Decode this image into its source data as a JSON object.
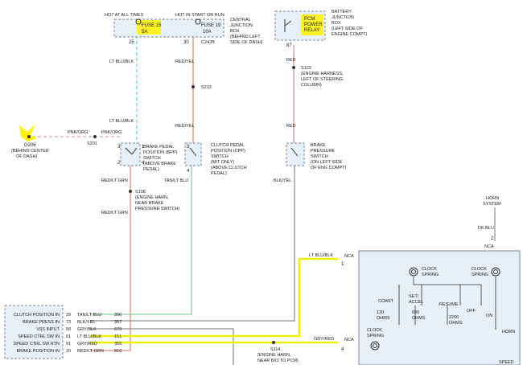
{
  "colors": {
    "wire_gray": "#8c8c8c",
    "wire_cyan": "#55d6e8",
    "wire_pink": "#e8a0a8",
    "wire_red": "#d98a7a",
    "wire_green": "#8cc8a0",
    "wire_yellow": "#f0f000",
    "highlight": "#fff200",
    "box_fill": "#e6f0f8",
    "box_stroke": "#7a8a9a"
  },
  "central_box": {
    "hot_at_all_times": "HOT AT ALL TIMES",
    "hot_in_start_or_run": "HOT IN START OR RUN",
    "fuse15": "FUSE 15",
    "fuse15_amp": "5A",
    "fuse19": "FUSE 19",
    "fuse19_amp": "10A",
    "pin25": "25",
    "pin30": "30",
    "conn": "C242B",
    "name": [
      "CENTRAL",
      "JUNCTION",
      "BOX",
      "(BEHIND LEFT",
      "SIDE OF DASH)"
    ]
  },
  "battery_box": {
    "pcm": [
      "PCM",
      "POWER",
      "RELAY"
    ],
    "pin87": "87",
    "name": [
      "BATTERY",
      "JUNCTION",
      "BOX",
      "(LEFT SIDE OF",
      "ENGINE COMPT)"
    ]
  },
  "wires": {
    "lt_blu_blk_1": "LT BLU/BLK",
    "lt_blu_blk_2": "LT BLU/BLK",
    "red_yel_1": "RED/YEL",
    "red_yel_2": "RED/YEL",
    "red_1": "RED",
    "red_2": "RED",
    "pnk_org_1": "PNK/ORG",
    "pnk_org_2": "PNK/ORG",
    "red_lt_grn_1": "RED/LT GRN",
    "red_lt_grn_2": "RED/LT GRN",
    "tan_lt_blu": "TAN/LT BLU",
    "blk_yel": "BLK/YEL",
    "lt_blu_blk_bottom": "LT BLU/BLK",
    "gry_red": "GRY/RED",
    "dk_blu": "DK BLU"
  },
  "splices": {
    "s213": "S213",
    "s123": [
      "S123",
      "(ENGINE HARNESS,",
      "LEFT OF STEERING",
      "COLUMN)"
    ],
    "s201": "S201",
    "s108": [
      "S108",
      "(ENGINE HARN,",
      "NEAR BRAKE",
      "PRESSURE SWITCH)"
    ],
    "s114": [
      "S114",
      "(ENGINE HARN,",
      "NEAR B/O TO PCM)"
    ]
  },
  "ground": {
    "name": "G206",
    "desc": [
      "(BEHIND CENTER",
      "OF DASH)"
    ]
  },
  "switches": {
    "bpp": [
      "BRAKE PEDAL",
      "POSITION (BPP)",
      "SWITCH",
      "(ABOVE BRAKE",
      "PEDAL)"
    ],
    "bpp_pins": [
      "3",
      "1",
      "2",
      "4"
    ],
    "cpp": [
      "CLUTCH PEDAL",
      "POSITION (CPP)",
      "SWITCH",
      "(M/T ONLY)",
      "(ABOVE CLUTCH",
      "PEDAL)"
    ],
    "cpp_pins": [
      "3",
      "4"
    ],
    "bps": [
      "BRAKE",
      "PRESSURE",
      "SWITCH",
      "(ON LEFT SIDE",
      "OF ENG COMPT)"
    ]
  },
  "pcm": {
    "rows": [
      {
        "label": "CLUTCH POSITION IN",
        "pin": "29",
        "wire": "TAN/LT BLU",
        "circuit": "306"
      },
      {
        "label": "BRAKE PRESS IN",
        "pin": "73",
        "wire": "BLK/YEL",
        "circuit": "367"
      },
      {
        "label": "VSS INPUT",
        "pin": "58",
        "wire": "GRY/BLK",
        "circuit": "679"
      },
      {
        "label": "SPEED CTRL SW IN",
        "pin": "61",
        "wire": "LT BLU/BLK",
        "circuit": "151"
      },
      {
        "label": "SPEED CTRL SW RTN",
        "pin": "91",
        "wire": "GRY/RED",
        "circuit": "359"
      },
      {
        "label": "BRAKE POSITION IN",
        "pin": "20",
        "wire": "RED/LT GRN",
        "circuit": "810"
      }
    ]
  },
  "speed_module": {
    "nca_top": "NCA",
    "pin_top": "1",
    "nca_bottom": "NCA",
    "pin_bottom": "4",
    "nca_right": "NCA",
    "pin_right": "2",
    "horn_system": [
      "HORN",
      "SYSTEM"
    ],
    "clock_spring_1": [
      "CLOCK",
      "SPRING"
    ],
    "clock_spring_2": [
      "CLOCK",
      "SPRING"
    ],
    "clock_spring_3": [
      "CLOCK",
      "SPRING"
    ],
    "coast": "COAST",
    "set_accel": [
      "SET/",
      "ACCEL"
    ],
    "resume": "RESUME",
    "off": "OFF",
    "on": "ON",
    "horn": "HORN",
    "r120": [
      "120",
      "OHMS"
    ],
    "r680": [
      "680",
      "OHMS"
    ],
    "r2200": [
      "2200",
      "OHMS"
    ],
    "speed": "SPEED"
  }
}
